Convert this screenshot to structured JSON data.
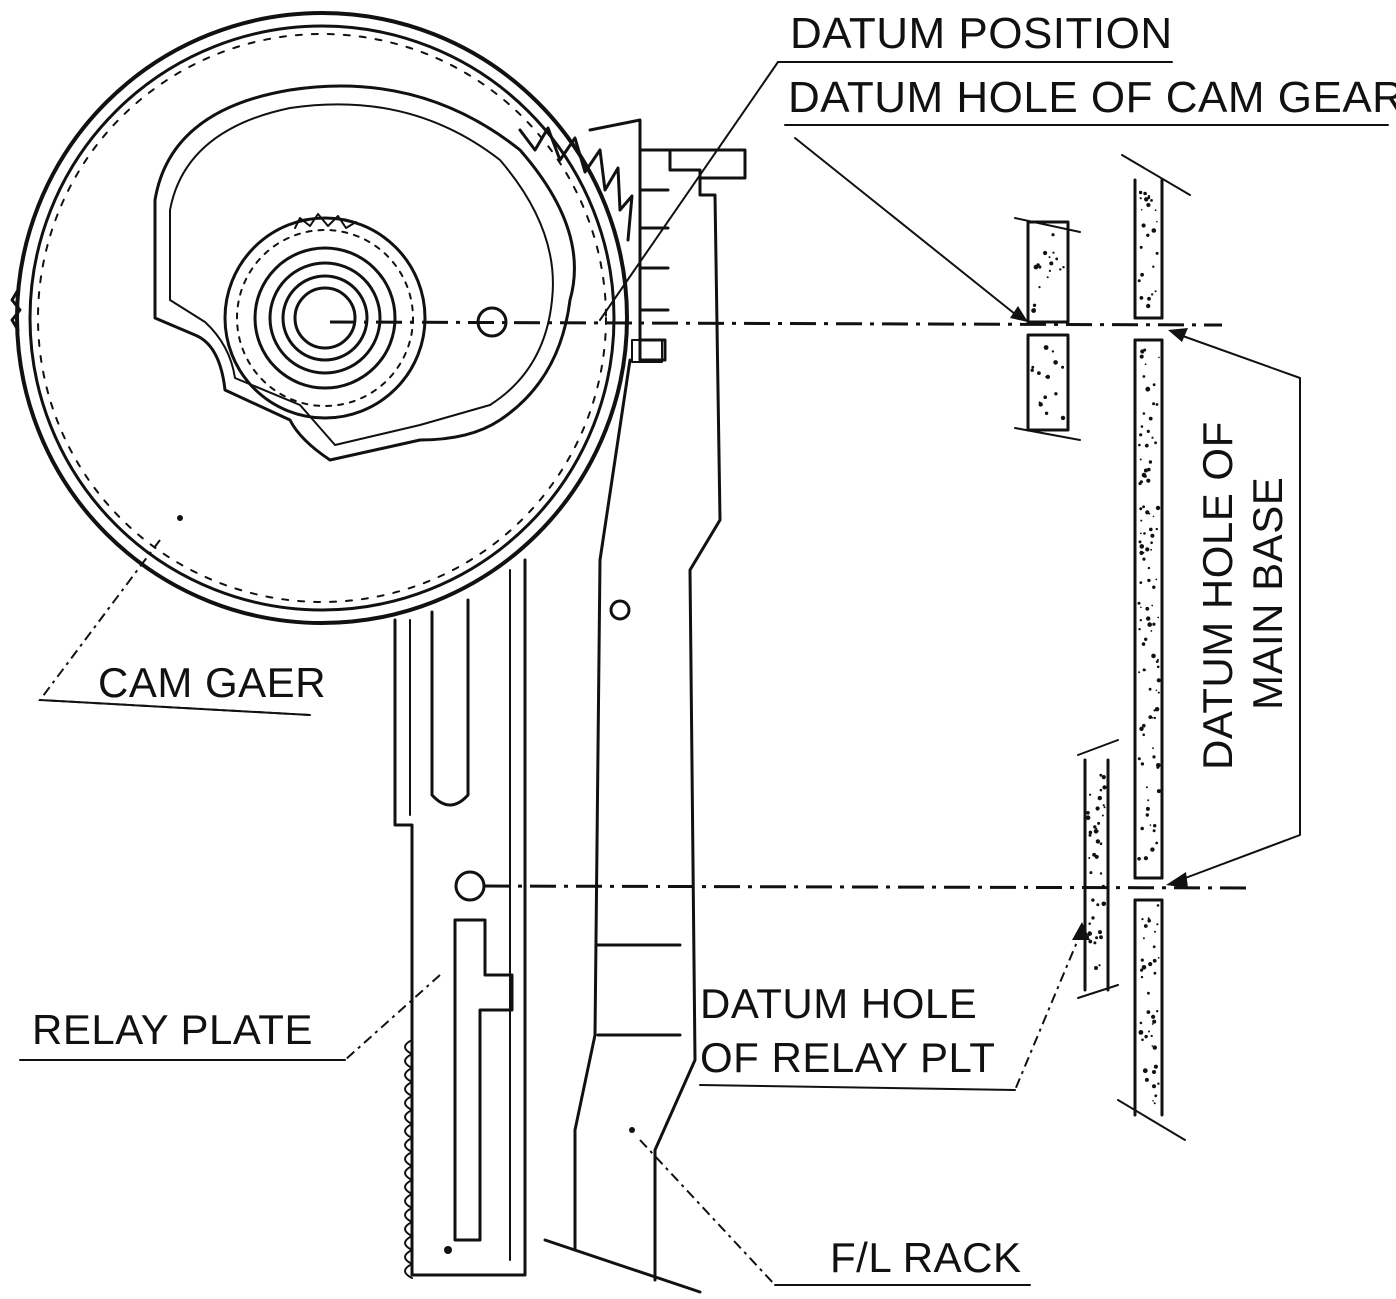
{
  "labels": {
    "datum_position": "DATUM POSITION",
    "datum_hole_cam_gear": "DATUM HOLE OF CAM GEAR",
    "datum_hole_main_base_line1": "DATUM HOLE OF",
    "datum_hole_main_base_line2": "MAIN BASE",
    "cam_gear": "CAM GAER",
    "relay_plate": "RELAY PLATE",
    "datum_hole_relay_line1": "DATUM HOLE",
    "datum_hole_relay_line2": "OF RELAY PLT",
    "fl_rack": "F/L RACK"
  }
}
